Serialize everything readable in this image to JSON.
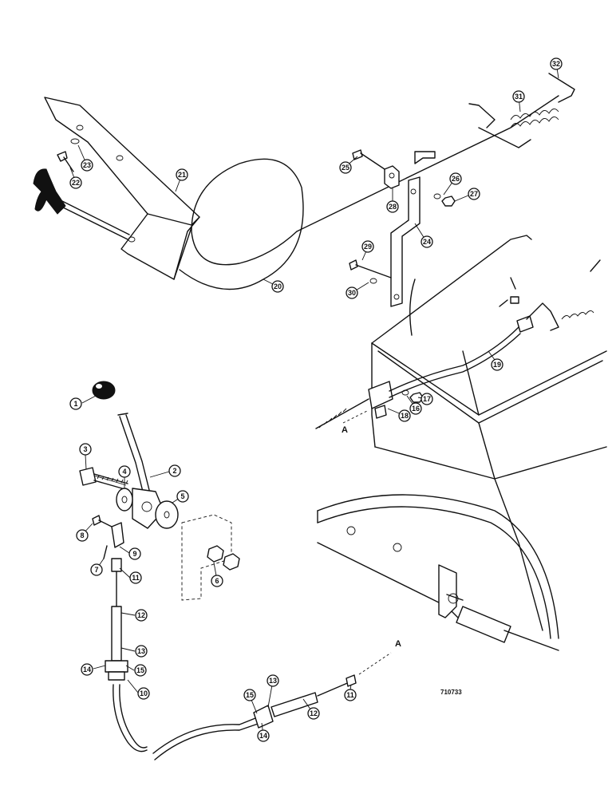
{
  "figure_code": "710733",
  "section_marker": "A",
  "callouts": [
    "1",
    "2",
    "3",
    "4",
    "5",
    "6",
    "7",
    "8",
    "9",
    "10",
    "11",
    "12",
    "13",
    "14",
    "15",
    "16",
    "17",
    "18",
    "19",
    "20",
    "21",
    "22",
    "23",
    "24",
    "25",
    "26",
    "27",
    "28",
    "29",
    "30",
    "31",
    "32",
    "11",
    "12",
    "13",
    "14",
    "15"
  ]
}
